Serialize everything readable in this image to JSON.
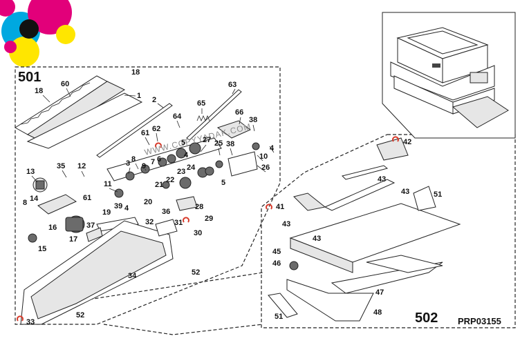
{
  "diagram": {
    "group_labels": [
      "501",
      "502"
    ],
    "drawing_code": "PRP03155",
    "watermark": "WWW.COPYYADAK.COM",
    "part_numbers": [
      "18",
      "60",
      "18",
      "1",
      "2",
      "63",
      "65",
      "64",
      "66",
      "38",
      "62",
      "61",
      "27",
      "25",
      "38",
      "4",
      "3",
      "10",
      "26",
      "9",
      "8",
      "35",
      "12",
      "13",
      "11",
      "7",
      "6",
      "5",
      "4",
      "22",
      "23",
      "24",
      "5",
      "8",
      "61",
      "21",
      "20",
      "28",
      "19",
      "39",
      "4",
      "14",
      "16",
      "17",
      "37",
      "15",
      "32",
      "36",
      "31",
      "29",
      "30",
      "34",
      "52",
      "33",
      "52",
      "42",
      "43",
      "43",
      "51",
      "41",
      "43",
      "43",
      "45",
      "46",
      "47",
      "51",
      "48"
    ]
  },
  "colors": {
    "line": "#222222",
    "gear": "#6b6b6b",
    "refresh_icon": "#d83a2a",
    "logo_cyan": "#00a8e0",
    "logo_magenta": "#e2007a",
    "logo_yellow": "#ffe600"
  }
}
